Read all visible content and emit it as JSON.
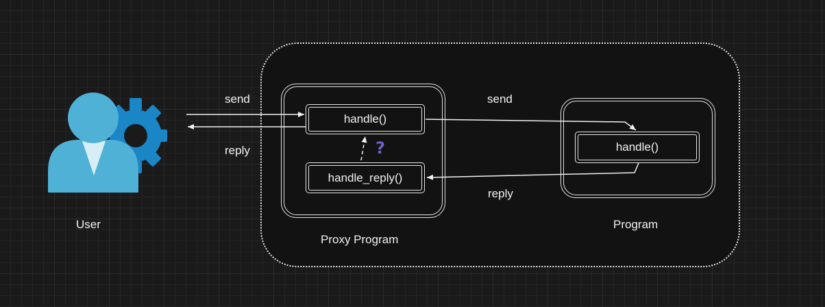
{
  "actors": {
    "user": {
      "label": "User",
      "icon": "user-settings-icon"
    }
  },
  "nodes": {
    "proxy": {
      "label": "Proxy Program",
      "handle": "handle()",
      "handle_reply": "handle_reply()"
    },
    "program": {
      "label": "Program",
      "handle": "handle()"
    }
  },
  "edges": {
    "user_send": "send",
    "user_reply": "reply",
    "proxy_send": "send",
    "proxy_reply": "reply",
    "unknown_link": "?"
  },
  "colors": {
    "background": "#1a1a1a",
    "stroke": "#e8e8e8",
    "user_icon": "#4fb1d6",
    "gear": "#1b86c6",
    "question": "#6b63c8"
  }
}
